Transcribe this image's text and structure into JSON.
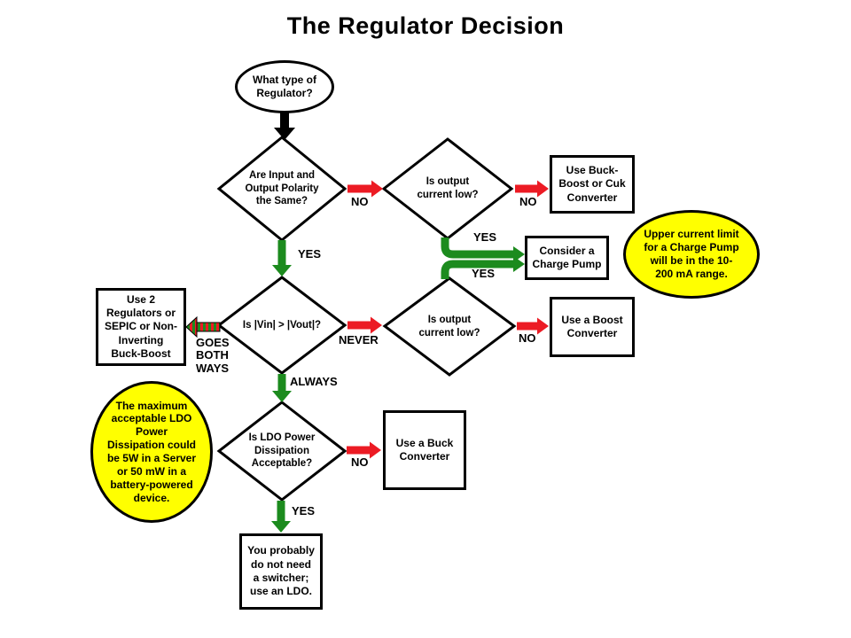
{
  "title": "The Regulator Decision",
  "colors": {
    "yes_arrow_green": "#1c8b1e",
    "no_arrow_red": "#ec1b24",
    "note_yellow": "#ffff00",
    "outline_black": "#000000"
  },
  "nodes": {
    "start": "What type of\nRegulator?",
    "polarity_q": "Are Input and\nOutput Polarity\nthe Same?",
    "current_low_top_q": "Is output\ncurrent low?",
    "buck_boost_cuk": "Use Buck-\nBoost or Cuk\nConverter",
    "charge_pump": "Consider a\nCharge Pump",
    "charge_pump_note": "Upper current limit\nfor a Charge Pump\nwill be in the 10-\n200 mA range.",
    "two_regulators": "Use 2\nRegulators or\nSEPIC or Non-\nInverting\nBuck-Boost",
    "vin_vout_q": "Is |Vin| > |Vout|?",
    "current_low_bottom_q": "Is output\ncurrent low?",
    "boost": "Use a Boost\nConverter",
    "ldo_q": "Is LDO Power\nDissipation\nAcceptable?",
    "buck": "Use a Buck\nConverter",
    "ldo_note": "The maximum\nacceptable LDO\nPower\nDissipation could\nbe 5W in a Server\nor 50 mW in a\nbattery-powered\ndevice.",
    "use_ldo": "You probably\ndo not need\na switcher;\nuse an LDO."
  },
  "edge_labels": {
    "polarity_no": "NO",
    "current_top_no": "NO",
    "current_top_yes": "YES",
    "current_bottom_yes": "YES",
    "polarity_yes": "YES",
    "goes_both_ways": "GOES\nBOTH\nWAYS",
    "never": "NEVER",
    "current_bottom_no": "NO",
    "always": "ALWAYS",
    "ldo_no": "NO",
    "ldo_yes": "YES"
  }
}
